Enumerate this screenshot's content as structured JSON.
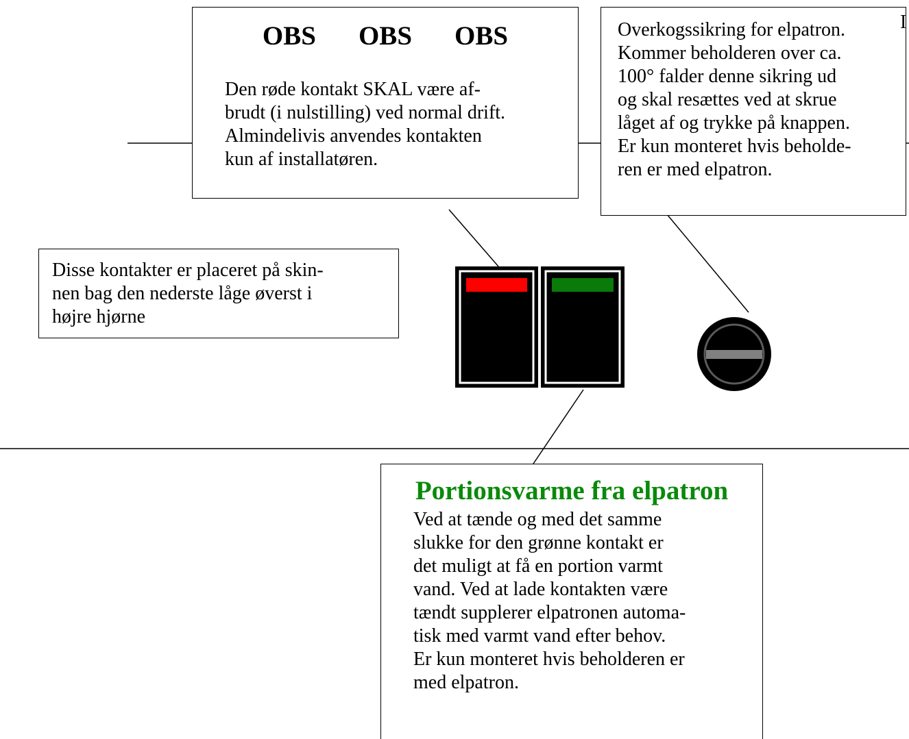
{
  "obs_box": {
    "title_words": [
      "OBS",
      "OBS",
      "OBS"
    ],
    "text": "Den røde kontakt SKAL være af-\nbrudt (i nulstilling) ved normal drift.\nAlmindelivis anvendes kontakten\nkun af  installatøren."
  },
  "overkog_box": {
    "text": "Overkogssikring for elpatron.\nKommer beholderen over ca.\n100°  falder denne sikring ud\nog skal resættes ved at skrue\nlåget af og trykke på knappen.\nEr kun monteret hvis beholde-\nren er  med elpatron."
  },
  "disse_box": {
    "text": "Disse kontakter er placeret på skin-\nnen bag den nederste låge øverst i\nhøjre hjørne"
  },
  "portion_box": {
    "title": "Portionsvarme fra elpatron",
    "text": "Ved at tænde og med det samme\nslukke for den grønne kontakt er\ndet muligt at få en portion varmt\nvand.  Ved at lade kontakten være\ntændt supplerer elpatronen automa-\ntisk med varmt vand efter behov.\nEr kun monteret hvis beholderen er\nmed elpatron."
  },
  "corner_text": "I",
  "colors": {
    "red_switch_indicator": "#ff0000",
    "green_switch_indicator": "#0a7a0a",
    "title_green": "#0a8a0a",
    "fuse_slot": "#808080"
  },
  "icons": {
    "red_switch": "rocker-switch-red-icon",
    "green_switch": "rocker-switch-green-icon",
    "fuse": "screw-cap-fuse-icon"
  }
}
